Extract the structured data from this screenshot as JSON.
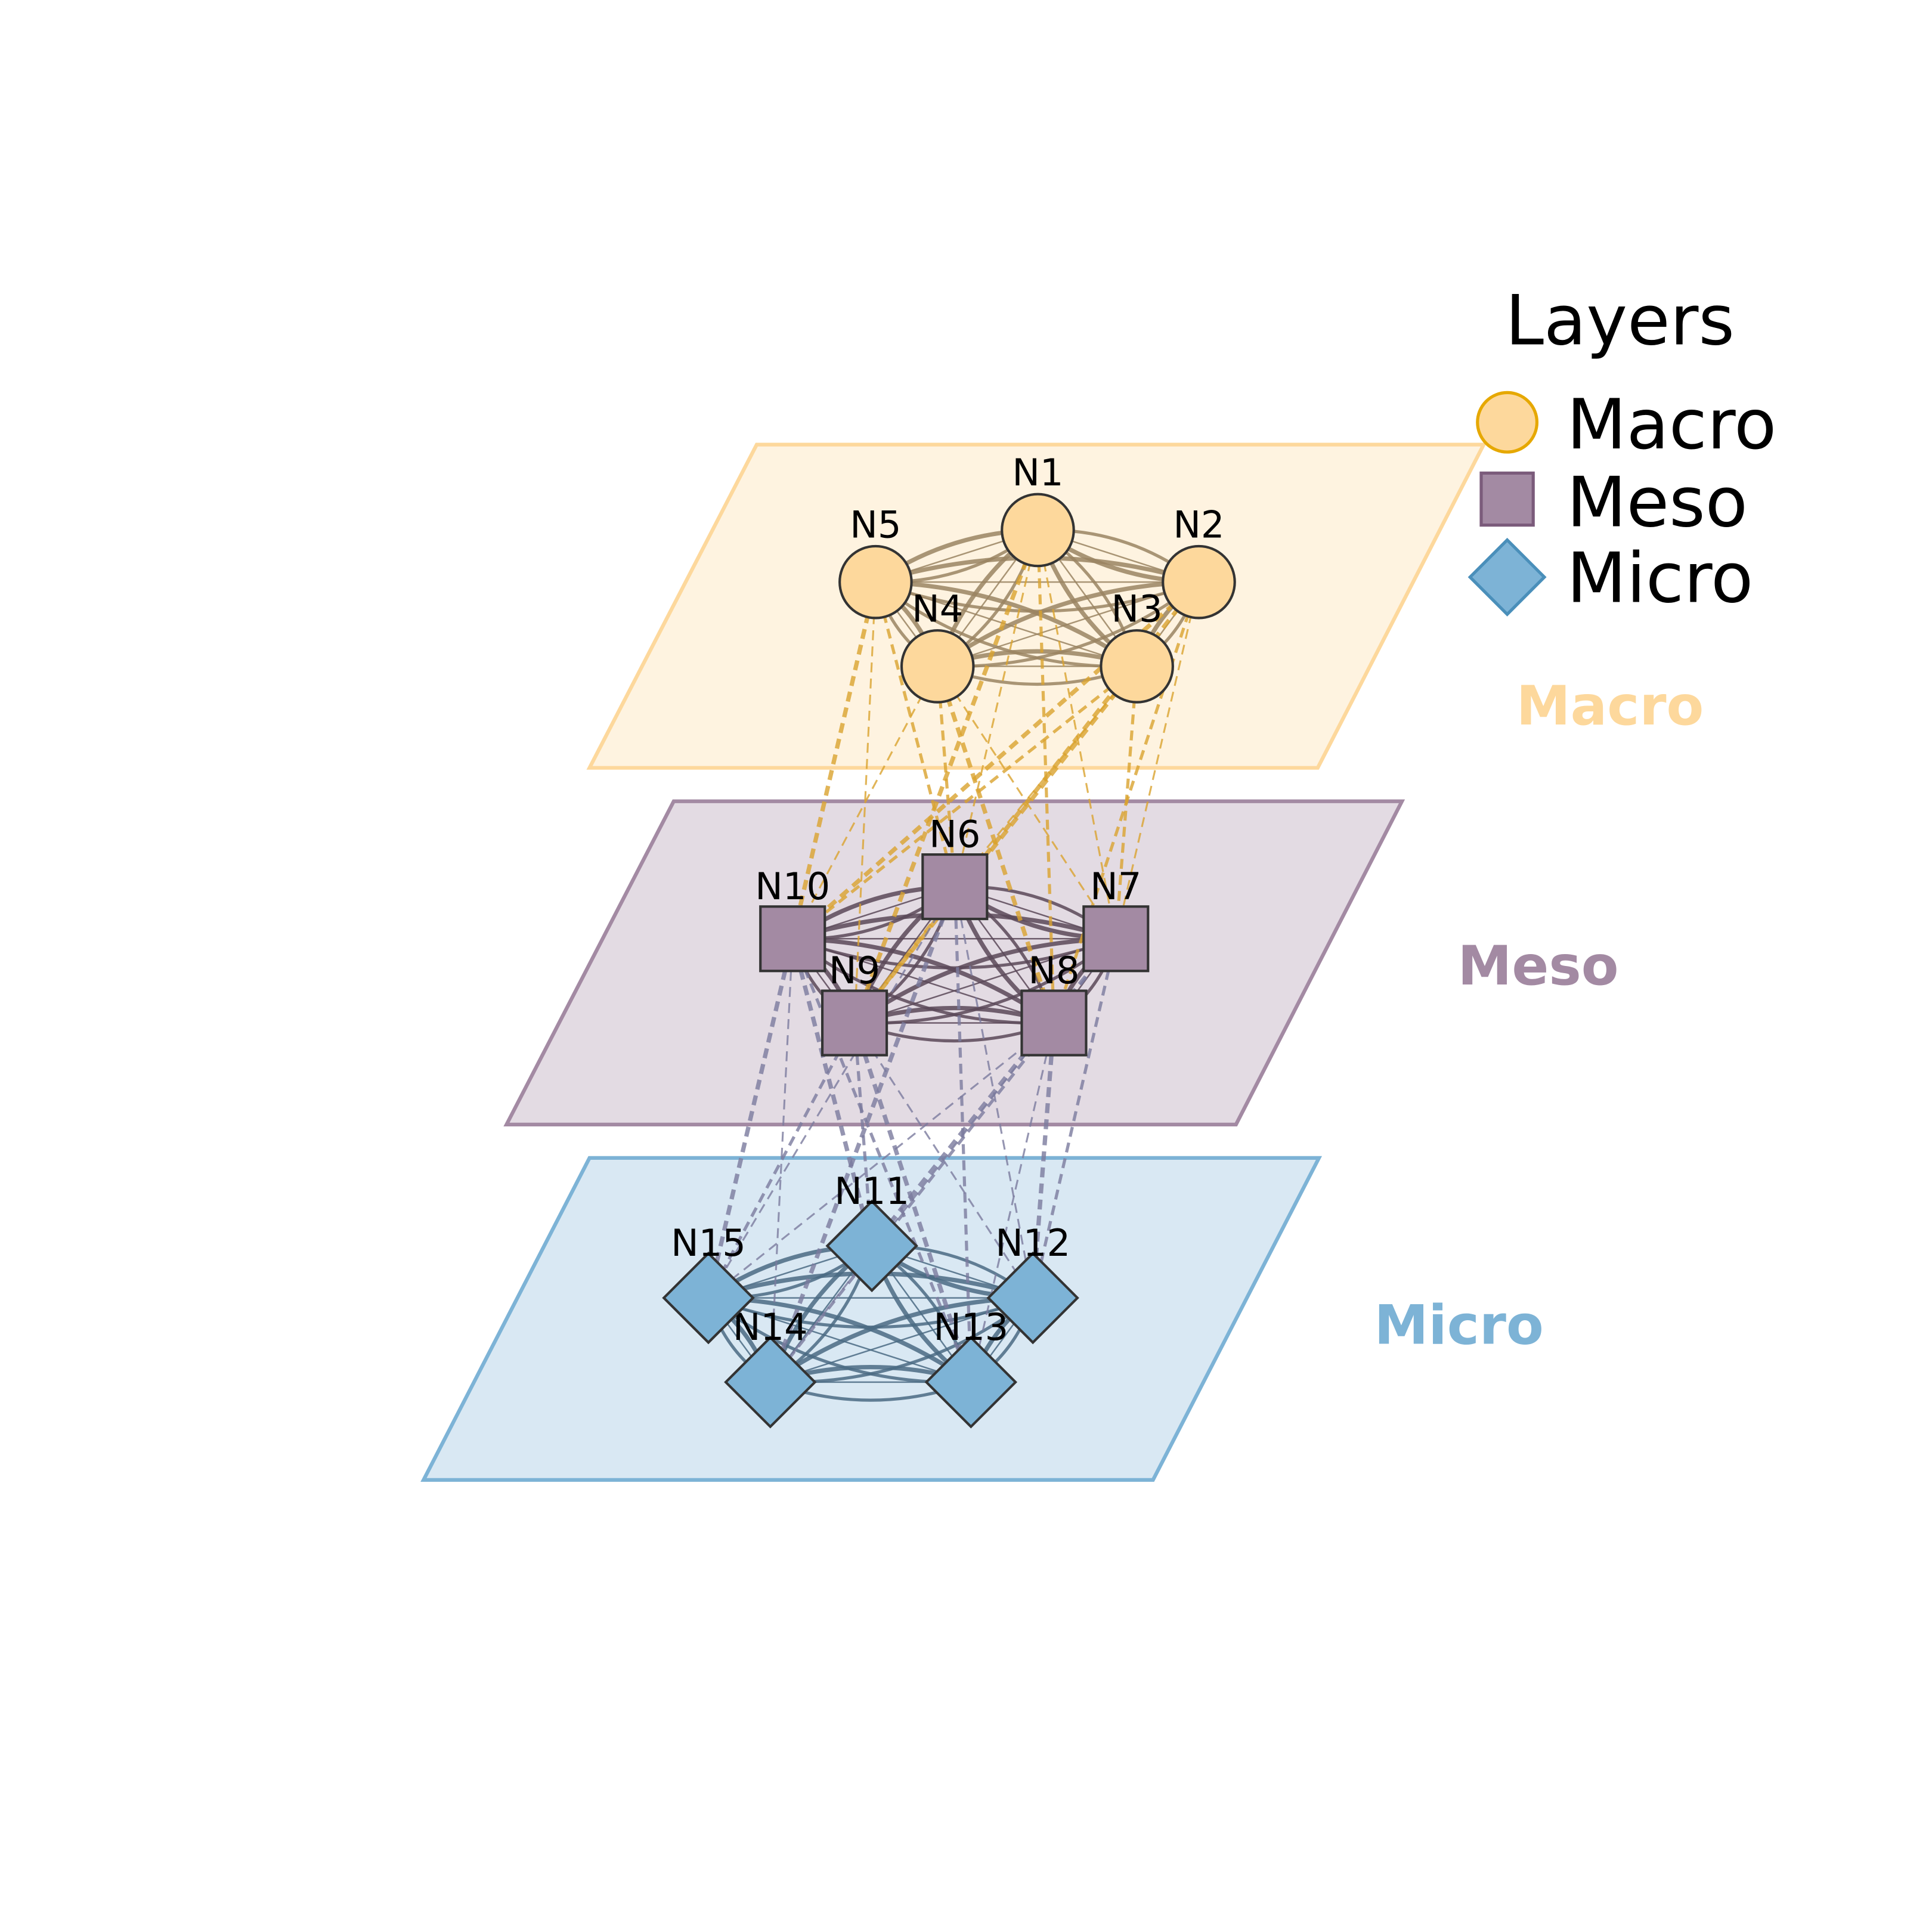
{
  "legend": {
    "title": "Layers",
    "items": [
      {
        "label": "Macro",
        "shape": "circle",
        "fill": "#fdd89c",
        "stroke": "#e6a800"
      },
      {
        "label": "Meso",
        "shape": "square",
        "fill": "#a38aa3",
        "stroke": "#7b5b7b"
      },
      {
        "label": "Micro",
        "shape": "diamond",
        "fill": "#7db3d6",
        "stroke": "#4a8fba"
      }
    ]
  },
  "layers": [
    {
      "name": "Macro",
      "plane_fill": "#fef3e0",
      "plane_stroke": "#fdd89c",
      "label_color": "#fdd89c",
      "edge_color": "#9a8462",
      "shape": "circle",
      "nodes": [
        "N1",
        "N2",
        "N3",
        "N4",
        "N5"
      ]
    },
    {
      "name": "Meso",
      "plane_fill": "#e3dbe3",
      "plane_stroke": "#a38aa3",
      "label_color": "#a38aa3",
      "edge_color": "#5a4858",
      "shape": "square",
      "nodes": [
        "N6",
        "N7",
        "N8",
        "N9",
        "N10"
      ]
    },
    {
      "name": "Micro",
      "plane_fill": "#d9e8f3",
      "plane_stroke": "#7db3d6",
      "label_color": "#7db3d6",
      "edge_color": "#4a6a82",
      "shape": "diamond",
      "nodes": [
        "N11",
        "N12",
        "N13",
        "N14",
        "N15"
      ]
    }
  ],
  "inter_edges": {
    "macro_meso": [
      [
        "N1",
        "N6"
      ],
      [
        "N1",
        "N8"
      ],
      [
        "N1",
        "N9"
      ],
      [
        "N1",
        "N7"
      ],
      [
        "N2",
        "N8"
      ],
      [
        "N2",
        "N9"
      ],
      [
        "N2",
        "N7"
      ],
      [
        "N3",
        "N10"
      ],
      [
        "N3",
        "N9"
      ],
      [
        "N3",
        "N6"
      ],
      [
        "N3",
        "N7"
      ],
      [
        "N4",
        "N8"
      ],
      [
        "N4",
        "N10"
      ],
      [
        "N4",
        "N6"
      ],
      [
        "N5",
        "N10"
      ],
      [
        "N5",
        "N9"
      ],
      [
        "N5",
        "N6"
      ],
      [
        "N2",
        "N10"
      ],
      [
        "N4",
        "N7"
      ]
    ],
    "meso_micro": [
      [
        "N6",
        "N15"
      ],
      [
        "N6",
        "N13"
      ],
      [
        "N6",
        "N14"
      ],
      [
        "N7",
        "N14"
      ],
      [
        "N7",
        "N12"
      ],
      [
        "N7",
        "N11"
      ],
      [
        "N8",
        "N15"
      ],
      [
        "N8",
        "N14"
      ],
      [
        "N8",
        "N12"
      ],
      [
        "N8",
        "N13"
      ],
      [
        "N9",
        "N11"
      ],
      [
        "N9",
        "N13"
      ],
      [
        "N9",
        "N12"
      ],
      [
        "N9",
        "N15"
      ],
      [
        "N10",
        "N15"
      ],
      [
        "N10",
        "N14"
      ],
      [
        "N10",
        "N13"
      ],
      [
        "N10",
        "N11"
      ],
      [
        "N6",
        "N12"
      ]
    ]
  },
  "colors": {
    "macro_meso_edge": "#d9a22e",
    "meso_micro_edge": "#7a7a9e",
    "node_stroke": "#333333"
  }
}
